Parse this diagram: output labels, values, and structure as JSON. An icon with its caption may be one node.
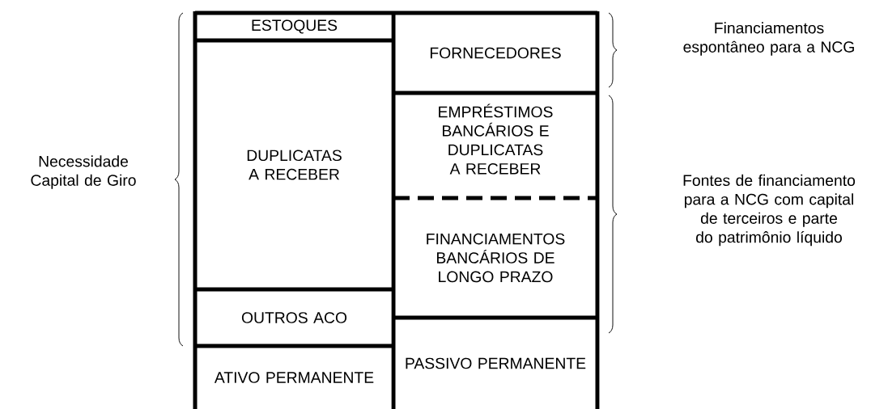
{
  "diagram": {
    "nodes": [
      {
        "text": [
          "ESTOQUES"
        ]
      },
      {
        "text": [
          "DUPLICATAS A RECEBER"
        ]
      },
      {
        "text": [
          "OUTROS ACO"
        ]
      },
      {
        "text": [
          "ATIVO PERMANENTE"
        ]
      },
      {
        "text": [
          "FORNECEDORES"
        ]
      },
      {
        "text": [
          "EMPRÉSTIMOS BANCÁRIOS E DUPLICATAS A RECEBER"
        ]
      },
      {
        "text": [
          "FINANCIAMENTOS BANCÁRIOS DE LONGO PRAZO"
        ]
      },
      {
        "text": [
          "PASSIVO PERMANENTE"
        ]
      }
    ],
    "labels": [
      "Necessidade Capital de Giro",
      "Financiamentos espontâneo para a NCG",
      "Fontes de financiamento para a NCG com capital de terceiros e parte do patrimônio líquido"
    ]
  }
}
